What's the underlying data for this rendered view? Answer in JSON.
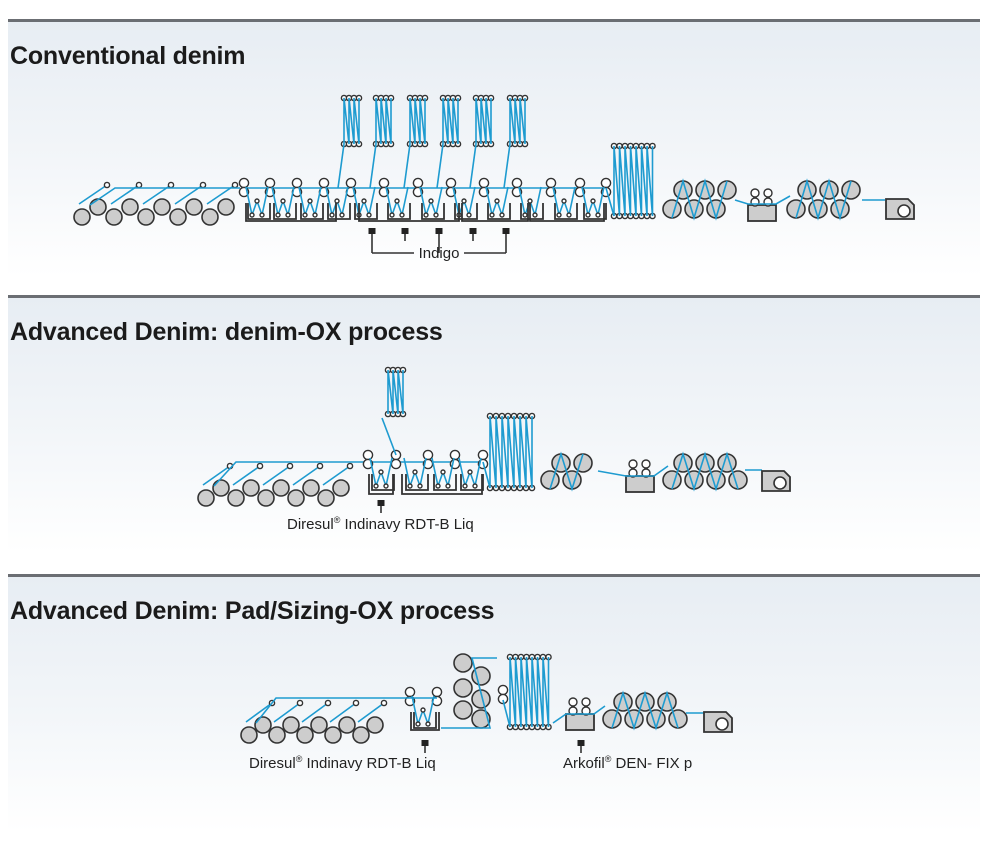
{
  "panels": [
    {
      "title": "Conventional denim"
    },
    {
      "title": "Advanced Denim: denim-OX process"
    },
    {
      "title": "Advanced Denim: Pad/Sizing-OX process"
    }
  ],
  "labels": {
    "indigo": "Indigo",
    "diresul_1": {
      "name": "Diresul",
      "mark": "®",
      "rest": " Indinavy RDT-B Liq"
    },
    "diresul_2": {
      "name": "Diresul",
      "mark": "®",
      "rest": " Indinavy RDT-B Liq"
    },
    "arkofil": {
      "name": "Arkofil",
      "mark": "®",
      "rest": " DEN- FIX p"
    }
  },
  "colors": {
    "yarn": "#1e9bd0",
    "roller_fill": "#cdcdcd",
    "roller_stroke": "#333333",
    "rule": "#6b6e73"
  }
}
